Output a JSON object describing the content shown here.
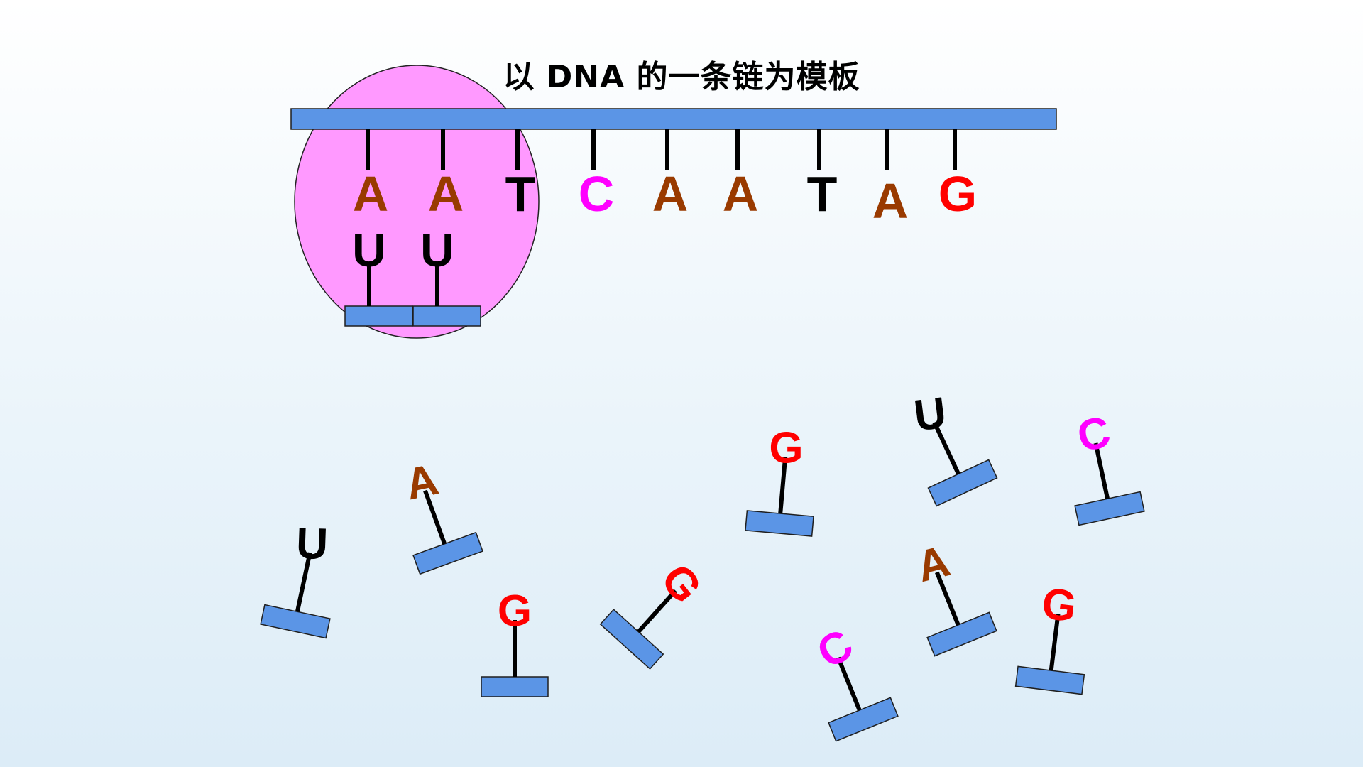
{
  "title": "以 DNA 的一条链为模板",
  "colors": {
    "A": "#993a00",
    "T": "#000000",
    "C": "#ff00ff",
    "G": "#ff0000",
    "U": "#000000",
    "backbone": "#5b95e6",
    "backbone_stroke": "#1f1f1f",
    "enzyme": "#ff99ff"
  },
  "template_strand": [
    "A",
    "A",
    "T",
    "C",
    "A",
    "A",
    "T",
    "A",
    "G"
  ],
  "paired_nucleotides": [
    "U",
    "U"
  ],
  "free_nucleotides": [
    "U",
    "A",
    "G",
    "G",
    "G",
    "U",
    "C",
    "C",
    "A",
    "G"
  ]
}
